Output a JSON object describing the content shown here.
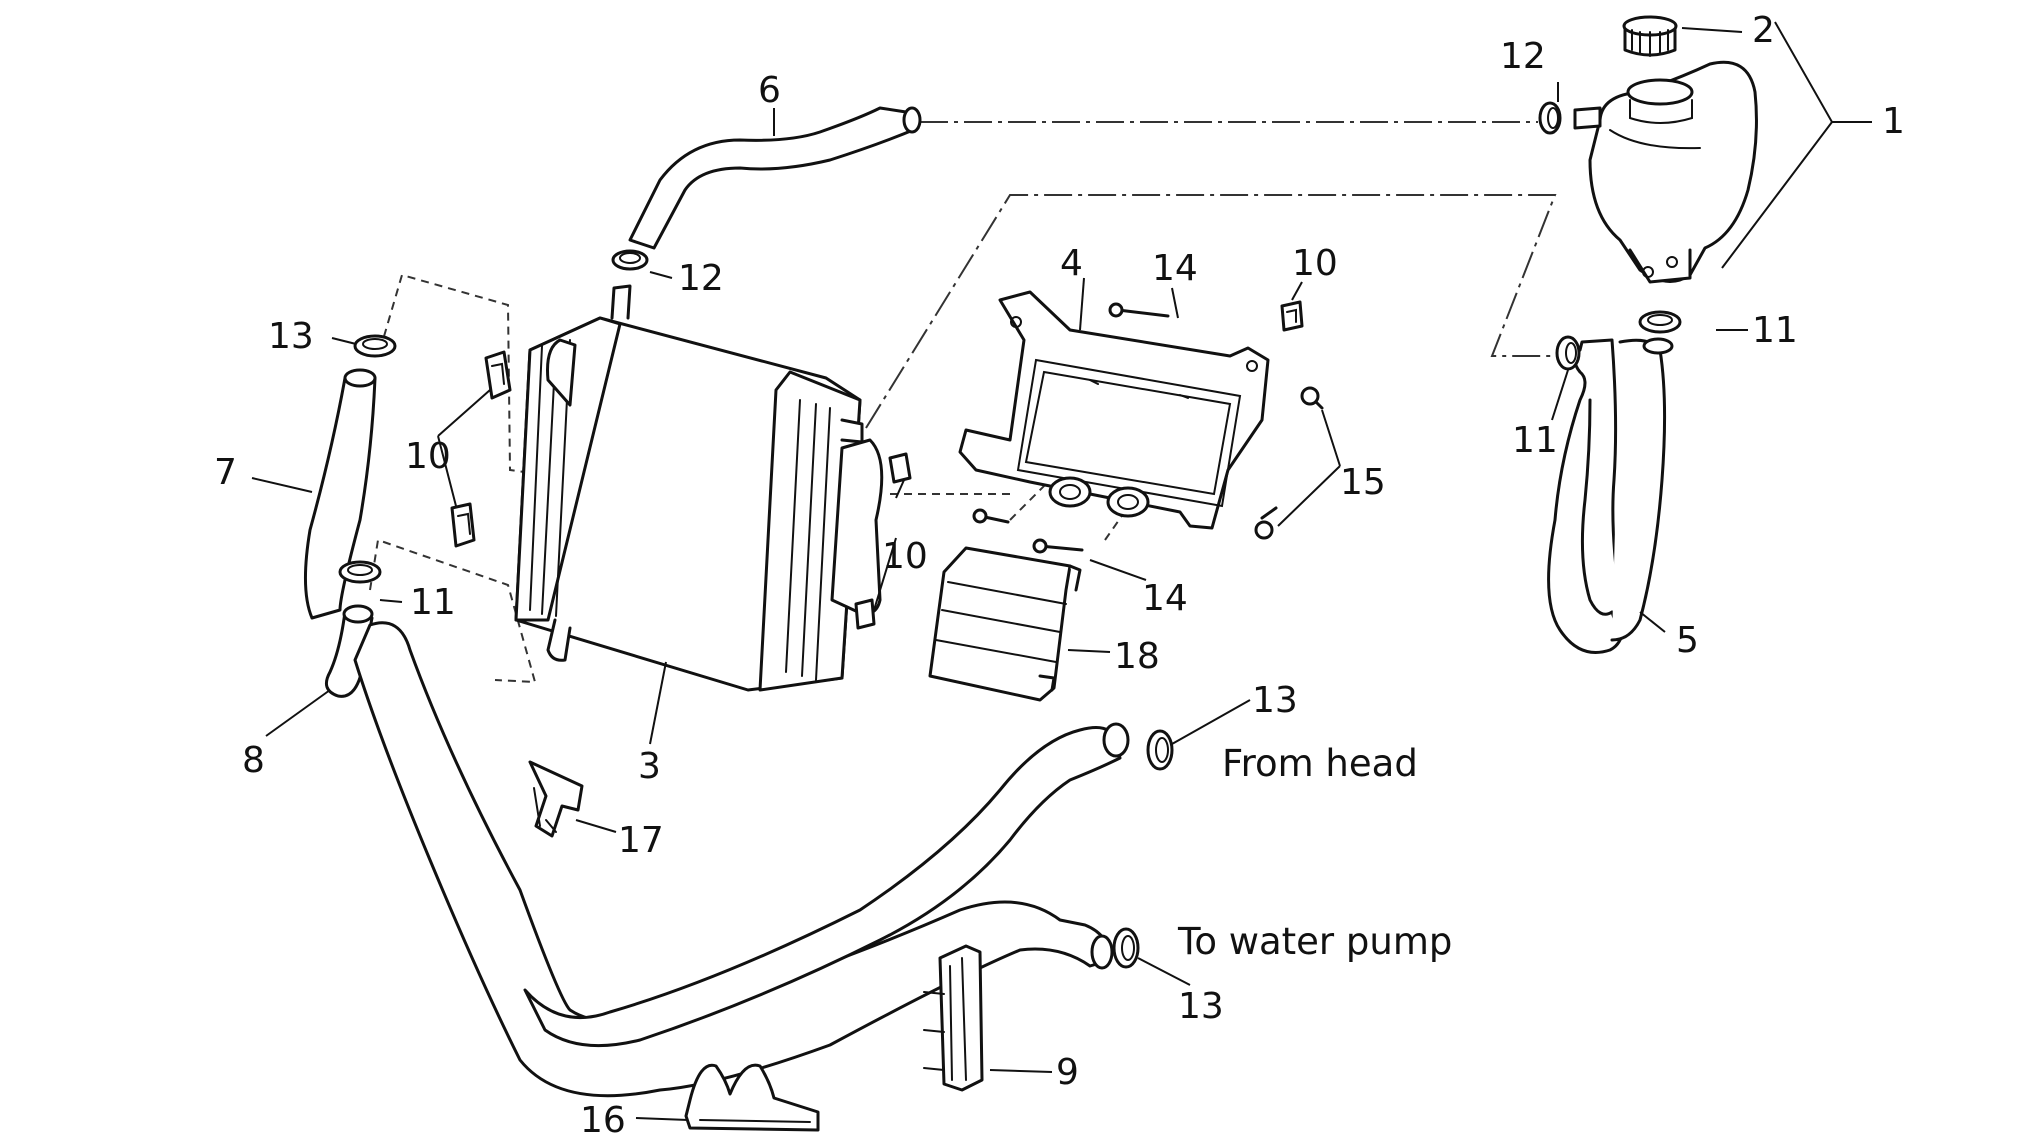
{
  "callouts": {
    "c1": "1",
    "c2": "2",
    "c3": "3",
    "c4": "4",
    "c5": "5",
    "c6": "6",
    "c7": "7",
    "c8": "8",
    "c9": "9",
    "c10a": "10",
    "c10b": "10",
    "c10c": "10",
    "c11a": "11",
    "c11b": "11",
    "c11c": "11",
    "c12a": "12",
    "c12b": "12",
    "c13a": "13",
    "c13b": "13",
    "c13c": "13",
    "c14a": "14",
    "c14b": "14",
    "c15": "15",
    "c16": "16",
    "c17": "17",
    "c18": "18"
  },
  "notes": {
    "from_head": "From head",
    "to_water_pump": "To water pump"
  }
}
